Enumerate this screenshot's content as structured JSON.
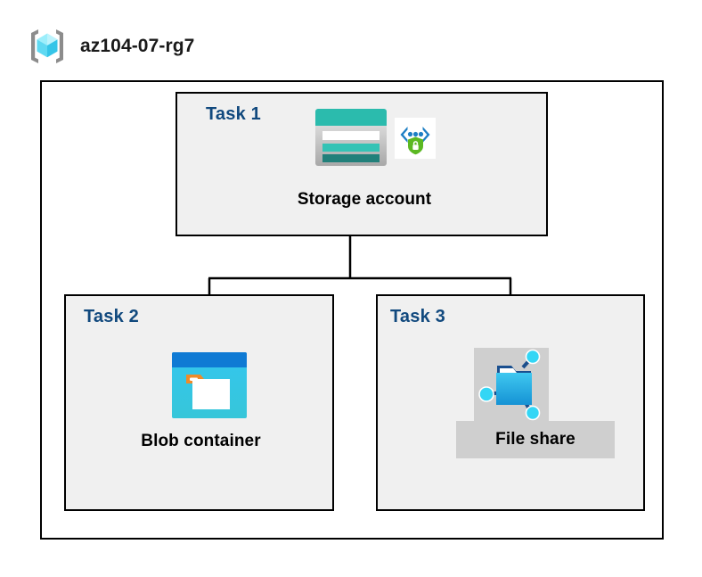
{
  "resource_group": {
    "name": "az104-07-rg7",
    "icon": "resource-group-cube-icon"
  },
  "diagram": {
    "type": "hierarchy",
    "root": "Storage account",
    "tasks": [
      {
        "id": "task-1",
        "label": "Task 1",
        "node_caption": "Storage account",
        "icons": [
          "storage-account-icon",
          "private-endpoint-icon"
        ],
        "highlighted": false
      },
      {
        "id": "task-2",
        "label": "Task 2",
        "node_caption": "Blob container",
        "icons": [
          "blob-container-icon"
        ],
        "highlighted": false
      },
      {
        "id": "task-3",
        "label": "Task 3",
        "node_caption": "File share",
        "icons": [
          "file-share-icon"
        ],
        "highlighted": true
      }
    ],
    "connections": [
      {
        "from": "Storage account",
        "to": "Blob container"
      },
      {
        "from": "Storage account",
        "to": "File share"
      }
    ]
  },
  "colors": {
    "task_label": "#11497e",
    "task_box_fill": "#f0f0f0",
    "box_border": "#000000",
    "caption_text": "#000000",
    "highlight_fill": "#cfcfcf",
    "storage_teal": "#2bbbad",
    "storage_teal_dark": "#21807a",
    "blob_blue": "#0f7ad4",
    "blob_cyan": "#32c8e8",
    "blob_orange": "#ef8b29",
    "fileshare_blue": "#27b2e6",
    "shield_green": "#5bb822",
    "cube_cyan": "#6fe2f7",
    "bracket_gray": "#8c8c8c"
  }
}
